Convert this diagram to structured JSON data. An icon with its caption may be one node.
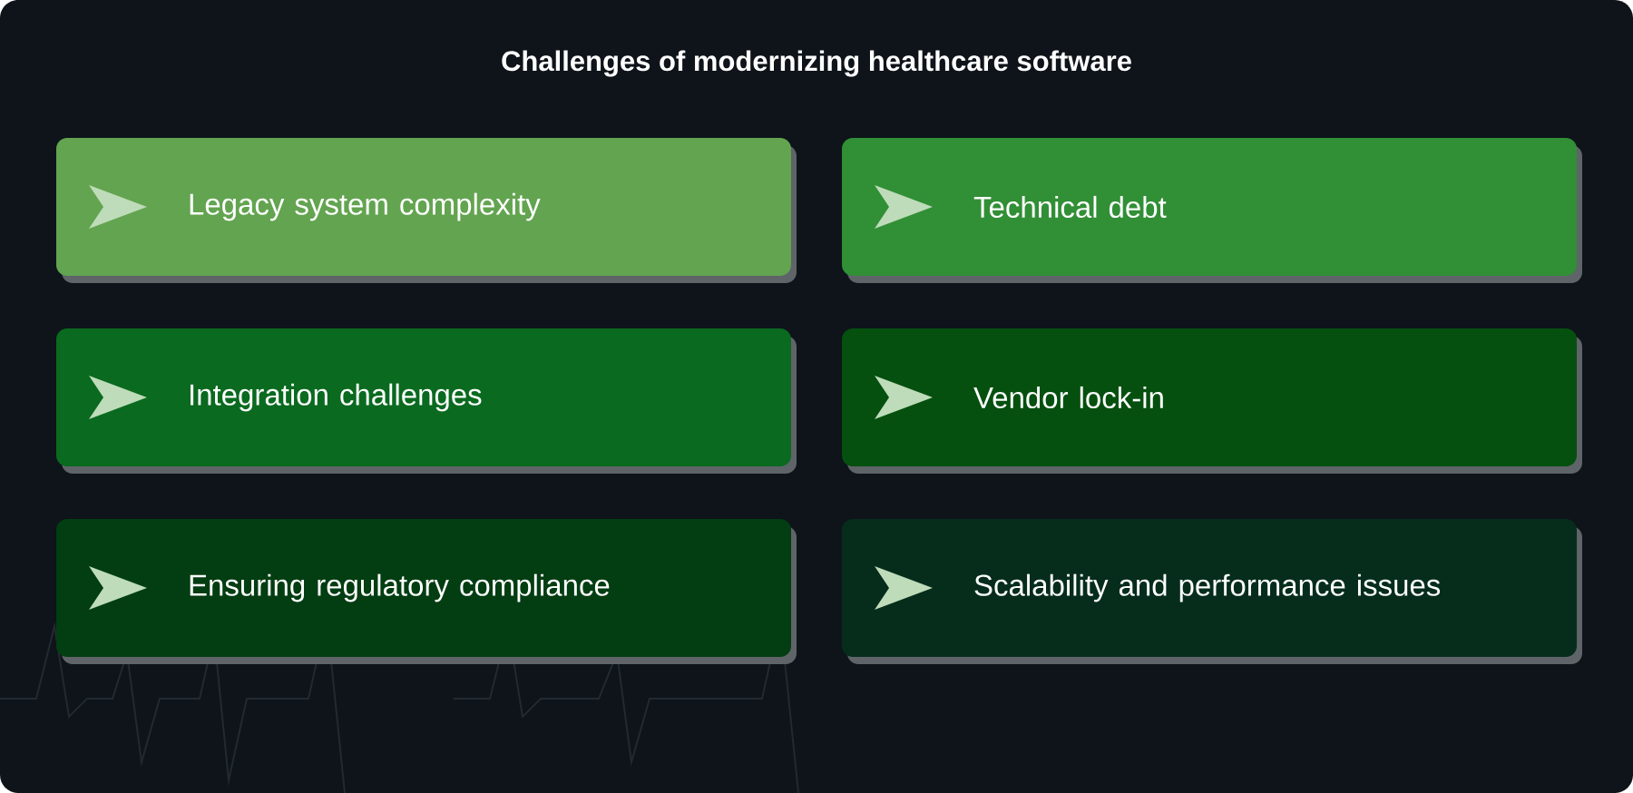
{
  "diagram": {
    "title": "Challenges of modernizing healthcare software",
    "nodes": [
      {
        "text": [
          "Legacy system complexity"
        ]
      },
      {
        "text": [
          "Technical debt"
        ]
      },
      {
        "text": [
          "Integration challenges"
        ]
      },
      {
        "text": [
          "Vendor lock-in"
        ]
      },
      {
        "text": [
          "Ensuring regulatory compliance"
        ]
      },
      {
        "text": [
          "Scalability and performance issues"
        ]
      }
    ]
  }
}
